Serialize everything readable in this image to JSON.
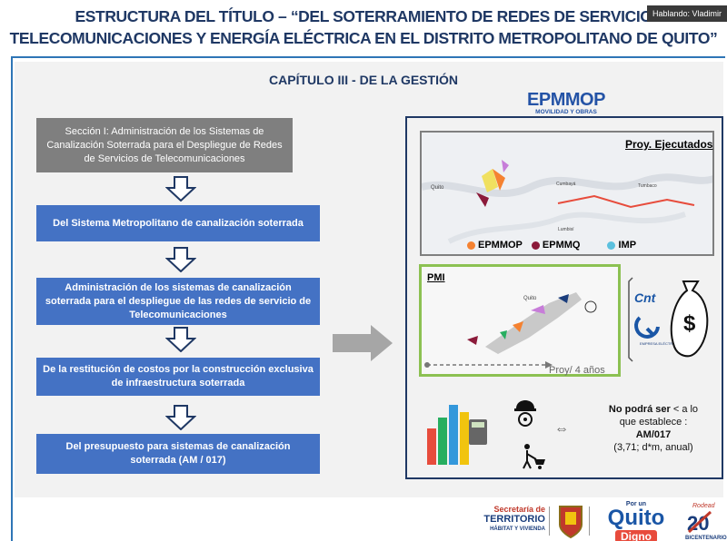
{
  "header": {
    "title_line1": "ESTRUCTURA DEL TÍTULO – “DEL SOTERRAMIENTO DE REDES DE SERVICIO",
    "title_line2": "TELECOMUNICACIONES Y ENERGÍA ELÉCTRICA EN EL DISTRITO METROPOLITANO DE QUITO”",
    "speaking": "Hablando: Vladimir"
  },
  "slide": {
    "chapter": "CAPÍTULO III - DE LA GESTIÓN",
    "flow": [
      "Sección I: Administración de los Sistemas de Canalización Soterrada para el Despliegue de Redes de Servicios de Telecomunicaciones",
      "Del Sistema Metropolitano de canalización soterrada",
      "Administración de los sistemas de canalización soterrada para el despliegue de las redes de servicio de Telecomunicaciones",
      "De la restitución de costos por la construcción exclusiva de infraestructura soterrada",
      "Del presupuesto para sistemas de canalización soterrada (AM / 017)"
    ],
    "epmmop": {
      "name": "EPMMOP",
      "subtitle": "MOVILIDAD Y OBRAS"
    },
    "map1": {
      "title": "Proy. Ejecutados",
      "place_quito": "Quito",
      "place_cumbaya": "Cumbayá",
      "place_tumbaco": "Tumbaco",
      "place_lumbisi": "Lumbisí",
      "legend": [
        {
          "label": "EPMMOP",
          "color": "#f58231"
        },
        {
          "label": "EPMMQ",
          "color": "#8b1a3a"
        },
        {
          "label": "IMP",
          "color": "#5bc0de"
        }
      ]
    },
    "map2": {
      "title": "PMI",
      "footer": "Proy/ 4 años",
      "place_quito": "Quito"
    },
    "logos": {
      "cnt": "Cnt",
      "empresa": "EMPRESA ELÉCTRICA QUITO"
    },
    "note": {
      "line1_bold": "No podrá ser",
      "line1_rest": " < a lo",
      "line2": "que establece :",
      "line3": "AM/017",
      "line4": "(3,71; d*m, anual)"
    }
  },
  "footer": {
    "sec_a": "Secretaría de",
    "sec_b": "TERRITORIO",
    "sec_c": "HÁBITAT Y VIVIENDA",
    "quito_pre": "Por un",
    "quito": "Quito",
    "quito_post": "Digno",
    "bic_script": "Rodead",
    "bicentenario": "BICENTENARIO"
  }
}
